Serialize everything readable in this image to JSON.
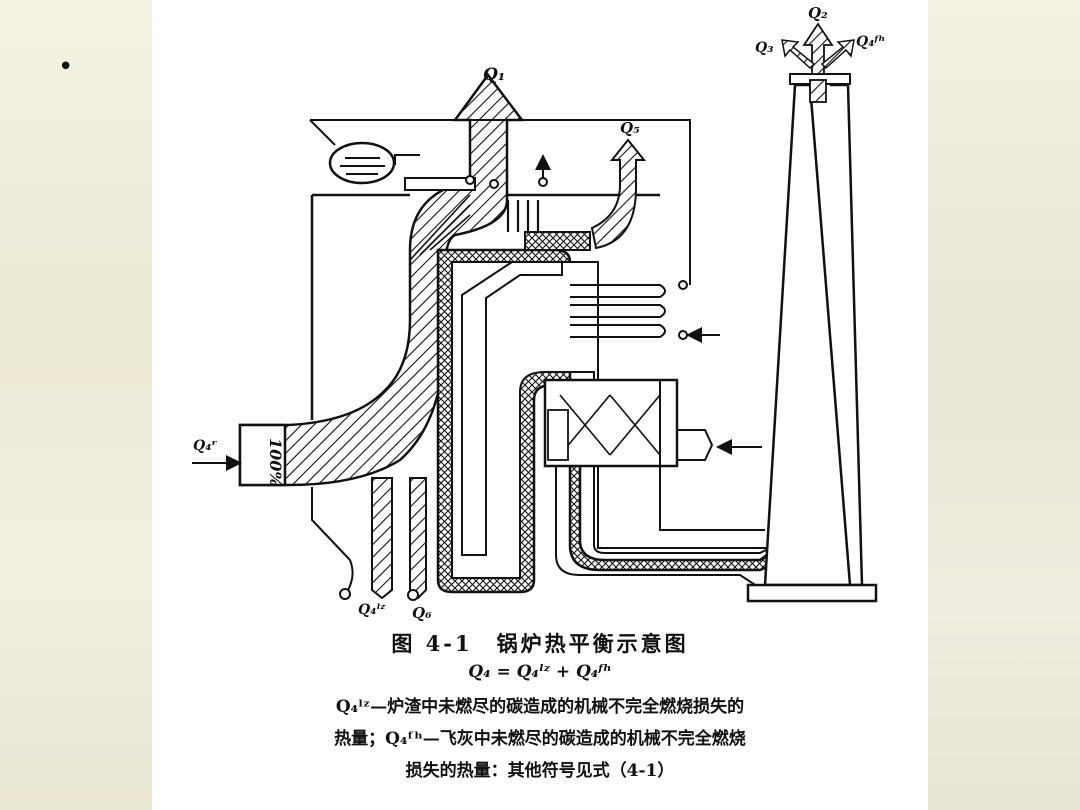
{
  "slide": {
    "bullet": "•"
  },
  "diagram": {
    "labels": {
      "q1": "Q₁",
      "q2": "Q₂",
      "q3": "Q₃",
      "q4fh_top": "Q₄ᶠʰ",
      "q5": "Q₅",
      "q4r": "Q₄ʳ",
      "percent": "100%",
      "q4lz": "Q₄ˡᶻ",
      "q6": "Q₆"
    }
  },
  "caption": {
    "title": "图 4-1　锅炉热平衡示意图",
    "formula": "Q₄ = Q₄ˡᶻ + Q₄ᶠʰ",
    "line1": "Q₄ˡᶻ—炉渣中未燃尽的碳造成的机械不完全燃烧损失的",
    "line2": "热量；Q₄ᶠʰ—飞灰中未燃尽的碳造成的机械不完全燃烧",
    "line3": "损失的热量：其他符号见式（4-1）"
  },
  "colors": {
    "ink": "#111111",
    "page": "#ffffff",
    "margin": "#f1eedd"
  }
}
